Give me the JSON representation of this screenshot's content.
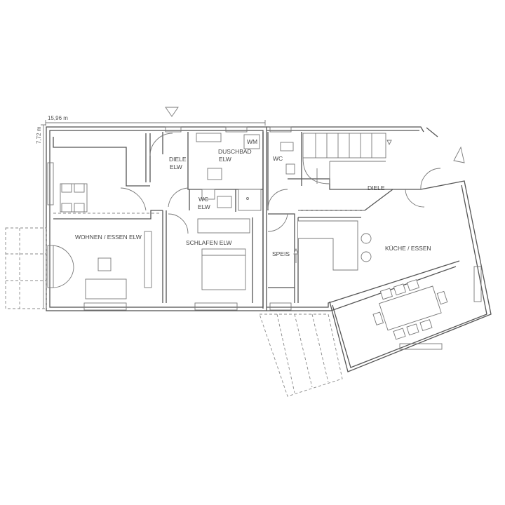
{
  "dimensions": {
    "width_label": "15,96 m",
    "depth_label": "7,72 m"
  },
  "rooms": {
    "wohnen_essen": "WOHNEN / ESSEN ELW",
    "diele_elw_line1": "DIELE",
    "diele_elw_line2": "ELW",
    "duschbad_line1": "DUSCHBAD",
    "duschbad_line2": "ELW",
    "wm": "WM",
    "wc_elw_line1": "WC",
    "wc_elw_line2": "ELW",
    "schlafen": "SCHLAFEN ELW",
    "wc": "WC",
    "diele": "DIELE",
    "speis": "SPEIS",
    "kueche_essen": "KÜCHE / ESSEN"
  }
}
